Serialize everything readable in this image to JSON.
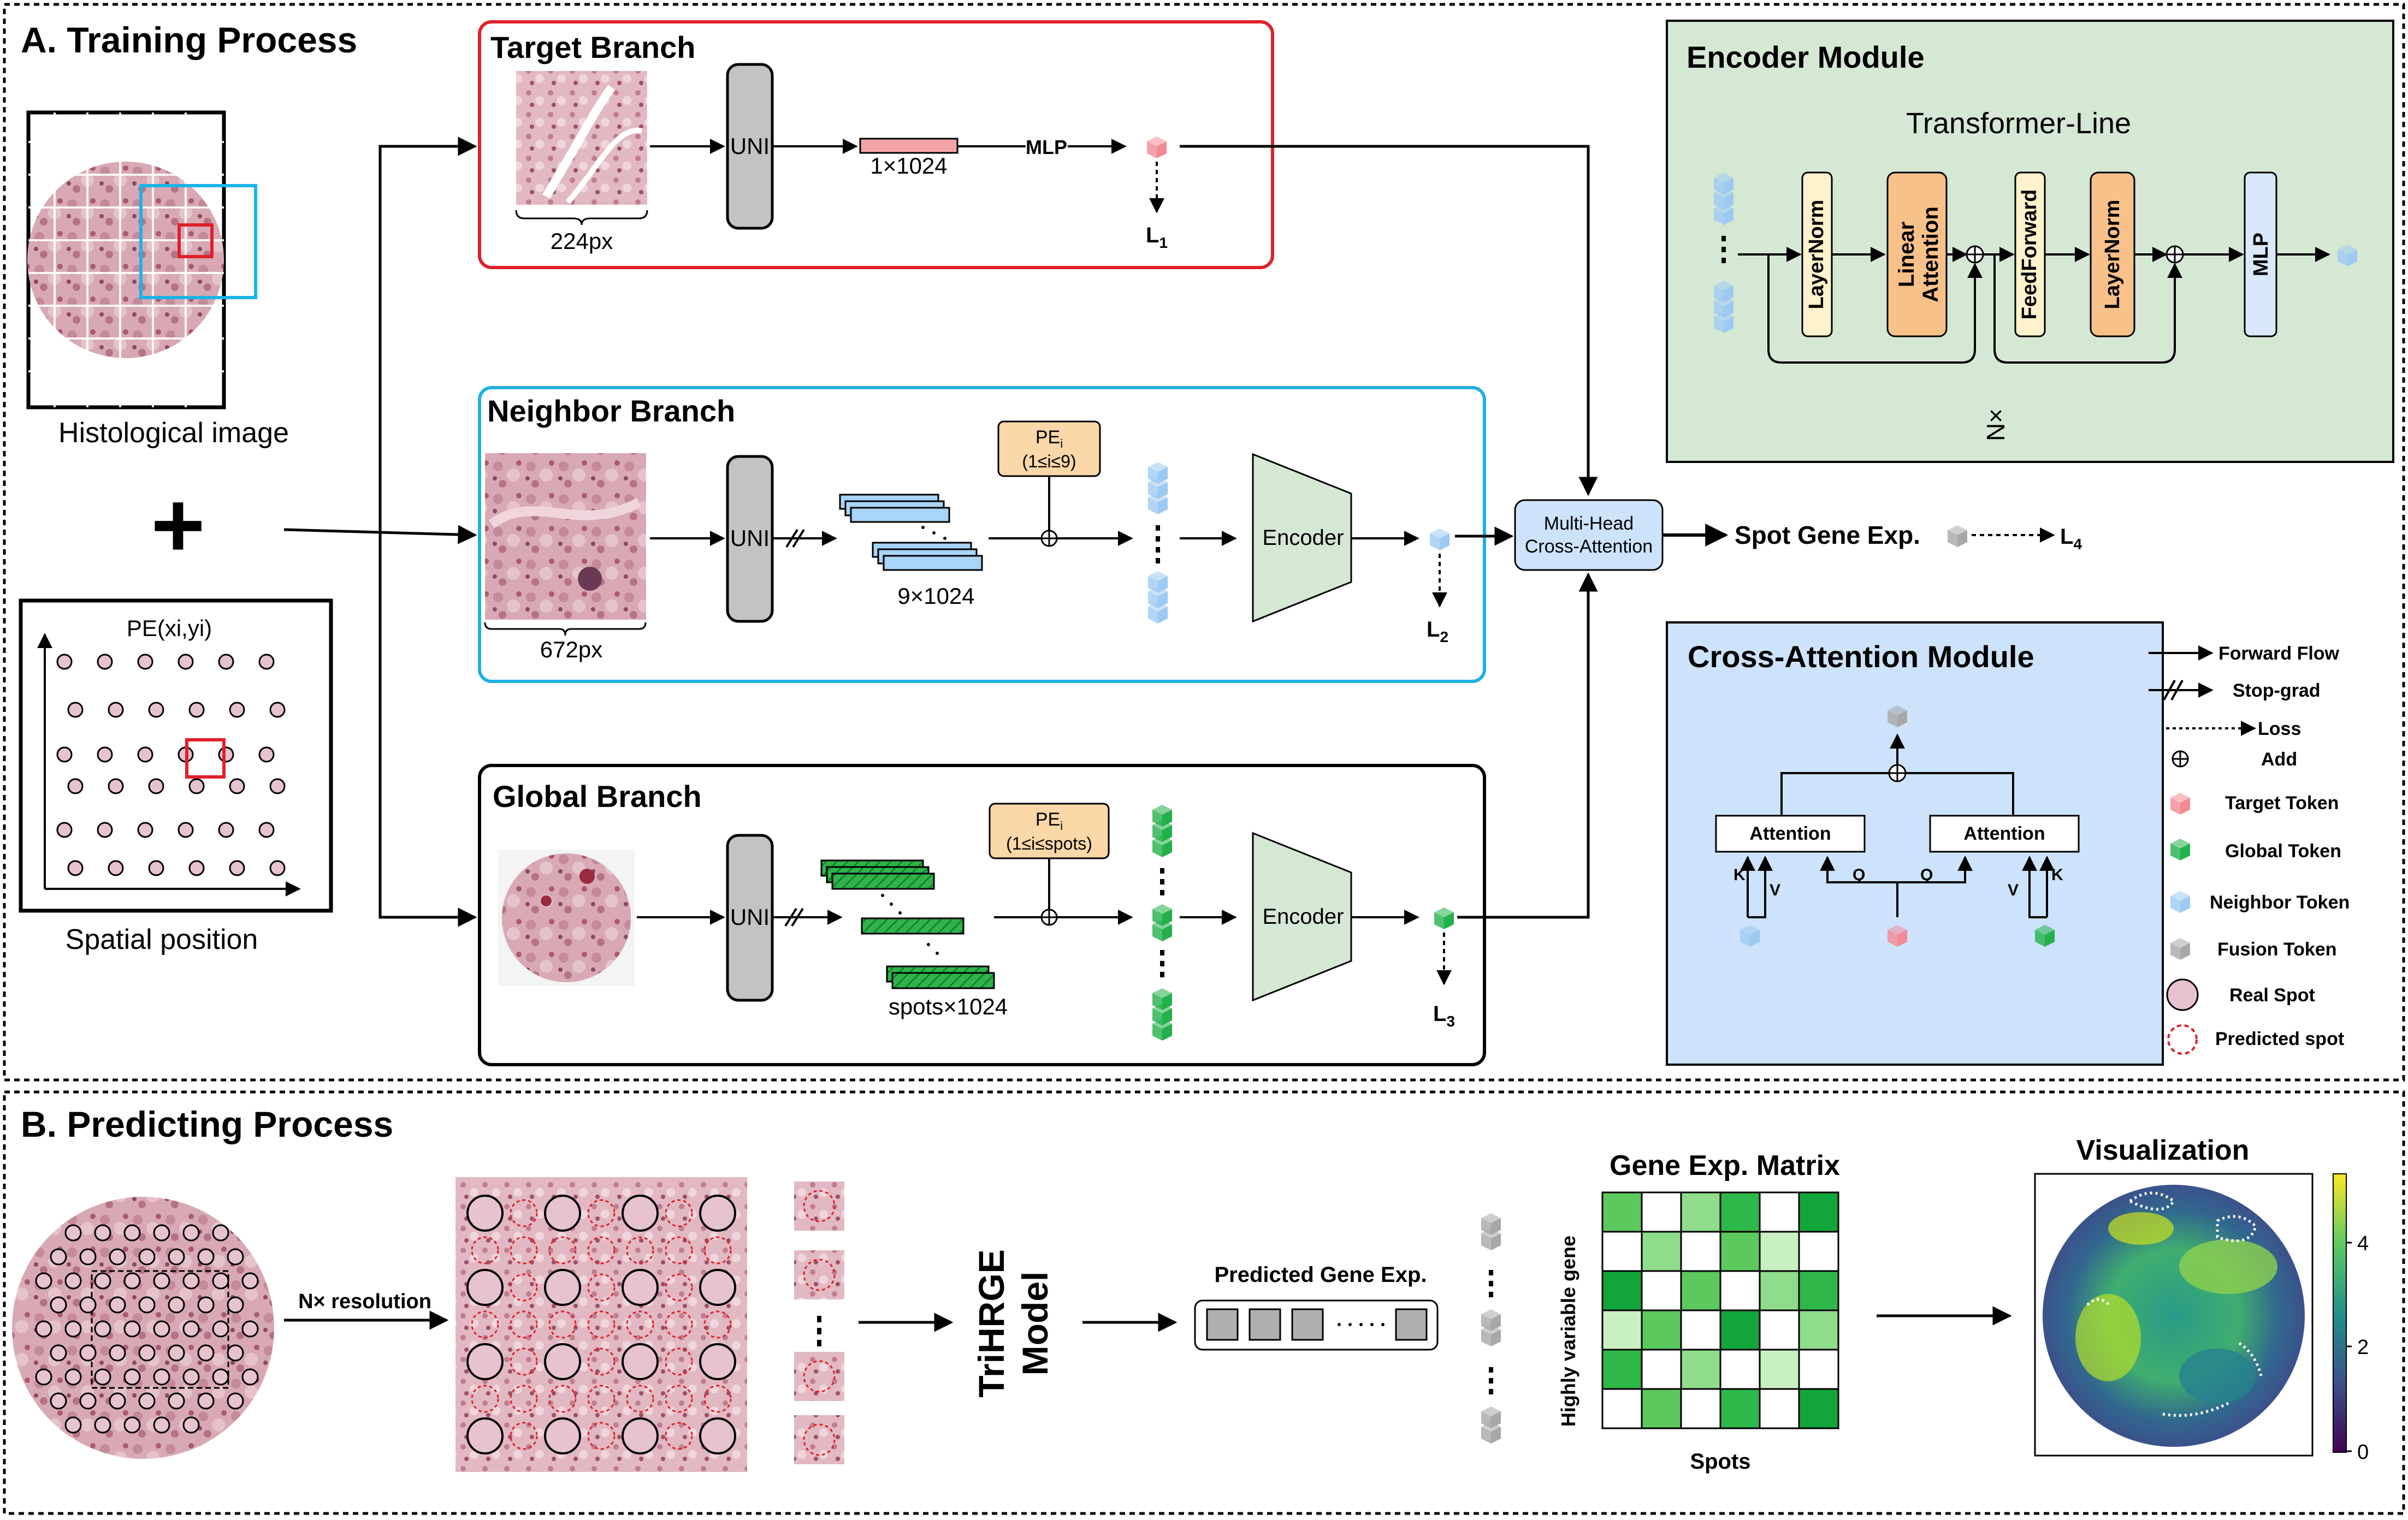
{
  "sectionA": {
    "title": "A.  Training Process",
    "histo_label": "Histological image",
    "plus": "+",
    "pe_label": "PE(xi,yi)",
    "spatial_label": "Spatial position"
  },
  "target": {
    "title": "Target Branch",
    "px": "224px",
    "uni": "UNI",
    "dim": "1×1024",
    "mlp": "MLP",
    "loss": "L",
    "loss_sub": "1"
  },
  "neighbor": {
    "title": "Neighbor Branch",
    "px": "672px",
    "uni": "UNI",
    "dim": "9×1024",
    "pe": "PE",
    "pe_sub": "i",
    "pe_range": "(1≤i≤9)",
    "encoder": "Encoder",
    "loss": "L",
    "loss_sub": "2"
  },
  "global": {
    "title": "Global Branch",
    "uni": "UNI",
    "dim": "spots×1024",
    "pe": "PE",
    "pe_sub": "i",
    "pe_range": "(1≤i≤spots)",
    "encoder": "Encoder",
    "loss": "L",
    "loss_sub": "3"
  },
  "mhca": {
    "line1": "Multi-Head",
    "line2": "Cross-Attention"
  },
  "spot_gene": {
    "label": "Spot Gene Exp.",
    "loss": "L",
    "loss_sub": "4"
  },
  "encoder_module": {
    "title": "Encoder Module",
    "subtitle": "Transformer-Line",
    "layernorm": "LayerNorm",
    "linear1": "Linear",
    "linear2": "Attention",
    "feedforward": "FeedForward",
    "layernorm2": "LayerNorm",
    "mlp": "MLP",
    "repeat": "N×"
  },
  "cross_module": {
    "title": "Cross-Attention Module",
    "attention": "Attention",
    "k": "K",
    "v": "V",
    "q": "Q"
  },
  "legend": {
    "forward": "Forward Flow",
    "stopgrad": "Stop-grad",
    "loss": "Loss",
    "add": "Add",
    "target_token": "Target Token",
    "global_token": "Global Token",
    "neighbor_token": "Neighbor Token",
    "fusion_token": "Fusion Token",
    "real_spot": "Real Spot",
    "pred_spot": "Predicted spot"
  },
  "sectionB": {
    "title": "B.  Predicting Process",
    "resolution": "N× resolution",
    "model1": "TriHRGE",
    "model2": "Model",
    "pred_gene": "Predicted Gene Exp.",
    "matrix_title": "Gene Exp. Matrix",
    "matrix_ylabel": "Highly variable gene",
    "matrix_xlabel": "Spots",
    "vis_title": "Visualization",
    "colorbar_ticks": [
      "0",
      "2",
      "4"
    ]
  },
  "colors": {
    "target_red": "#e0202a",
    "neighbor_cyan": "#1fb0e0",
    "encoder_green_bg": "#d5e8d4",
    "cross_blue_bg": "#cce3fb",
    "token_red": "#f3a0a8",
    "token_blue": "#a8d4f8",
    "token_green": "#22b04a",
    "token_gray": "#b0b0b0",
    "pe_orange": "#fcd7a8",
    "layernorm_yellow": "#fff2cc",
    "attention_orange": "#f9c18a",
    "mlp_blue": "#dae8fc"
  },
  "matrix_cells": [
    [
      3,
      0,
      2,
      4,
      0,
      5
    ],
    [
      0,
      2,
      0,
      3,
      1,
      0
    ],
    [
      5,
      0,
      3,
      0,
      2,
      4
    ],
    [
      1,
      3,
      0,
      5,
      0,
      2
    ],
    [
      4,
      0,
      2,
      0,
      1,
      0
    ],
    [
      0,
      3,
      0,
      4,
      0,
      5
    ]
  ]
}
